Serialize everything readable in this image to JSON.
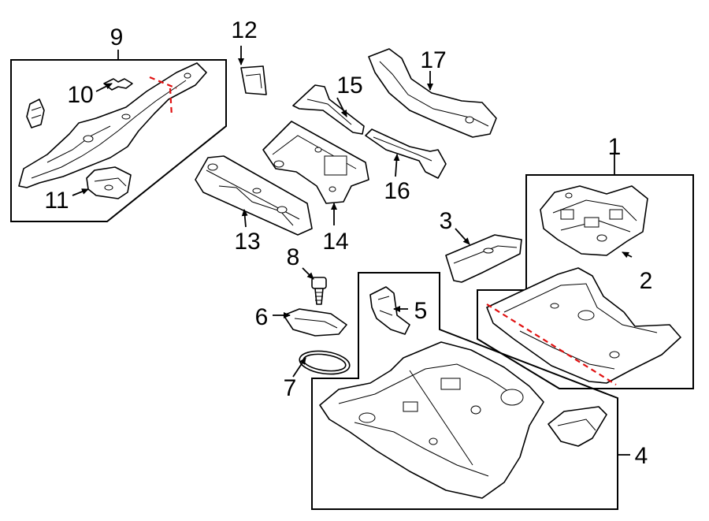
{
  "callouts": {
    "c1": "1",
    "c2": "2",
    "c3": "3",
    "c4": "4",
    "c5": "5",
    "c6": "6",
    "c7": "7",
    "c8": "8",
    "c9": "9",
    "c10": "10",
    "c11": "11",
    "c12": "12",
    "c13": "13",
    "c14": "14",
    "c15": "15",
    "c16": "16",
    "c17": "17"
  },
  "colors": {
    "line": "#000000",
    "background": "#ffffff",
    "cutline": "#e01010"
  }
}
